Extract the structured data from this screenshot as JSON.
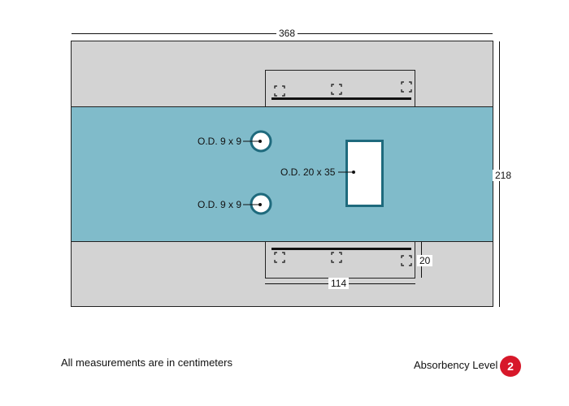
{
  "dimensions": {
    "overall_width": "368",
    "overall_height": "218",
    "clamp_length": "114",
    "clamp_depth": "20"
  },
  "holes": [
    {
      "label": "O.D. 9 x 9"
    },
    {
      "label": "O.D. 9 x 9"
    }
  ],
  "slot": {
    "label": "O.D. 20 x 35"
  },
  "footer": {
    "note": "All measurements are in centimeters",
    "absorbency_label": "Absorbency Level",
    "absorbency_level": "2"
  },
  "colors": {
    "outer_panel": "#d3d3d3",
    "center_band": "#80bbca",
    "opening_border": "#1e6a7d",
    "badge": "#d7182a"
  }
}
